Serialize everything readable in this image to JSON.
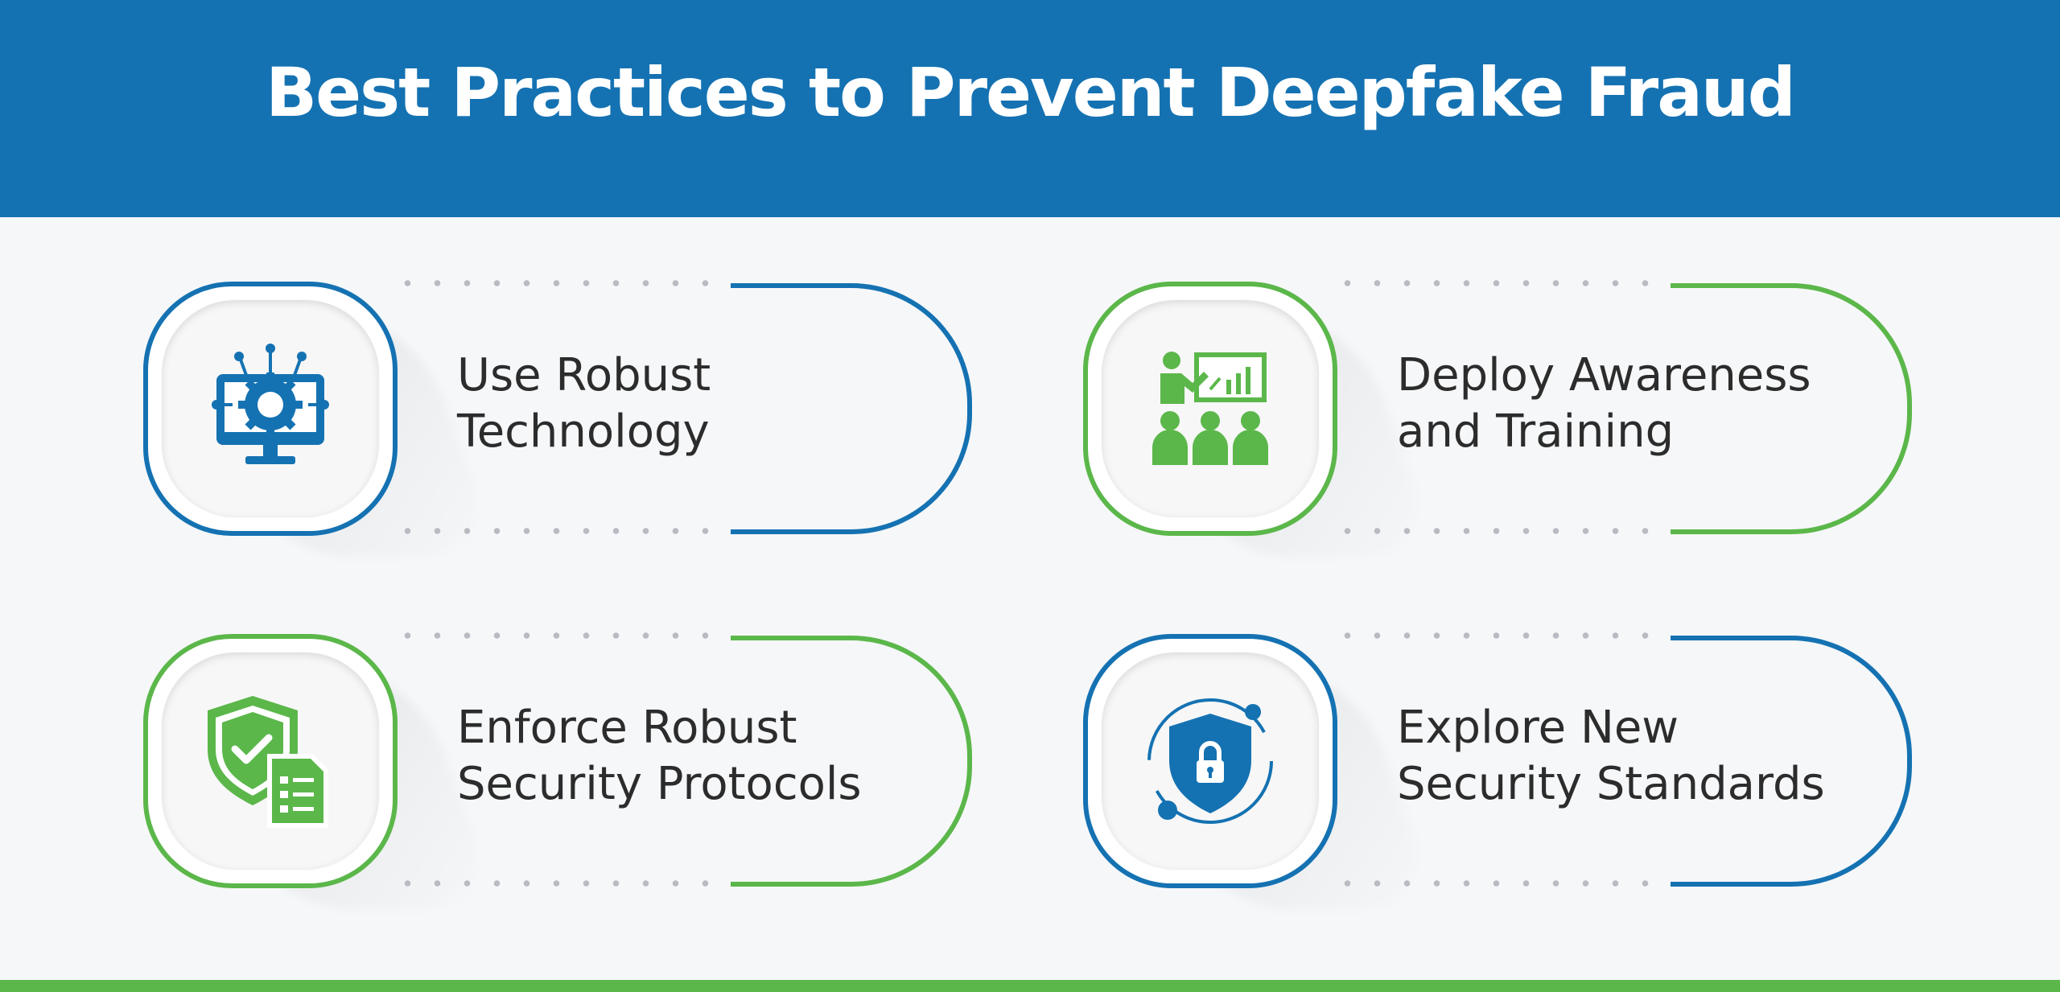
{
  "title": "Best Practices to Prevent Deepfake Fraud",
  "colors": {
    "blue": "#1572b2",
    "green": "#5bb74a",
    "header_bg": "#1572b2",
    "text": "#2c2c2c"
  },
  "cards": [
    {
      "line1": "Use Robust",
      "line2": "Technology",
      "icon": "monitor-gear-icon",
      "color": "blue"
    },
    {
      "line1": "Deploy Awareness",
      "line2": "and Training",
      "icon": "presentation-audience-icon",
      "color": "green"
    },
    {
      "line1": "Enforce Robust",
      "line2": "Security Protocols",
      "icon": "shield-checklist-icon",
      "color": "green"
    },
    {
      "line1": "Explore New",
      "line2": "Security Standards",
      "icon": "shield-lock-icon",
      "color": "blue"
    }
  ]
}
